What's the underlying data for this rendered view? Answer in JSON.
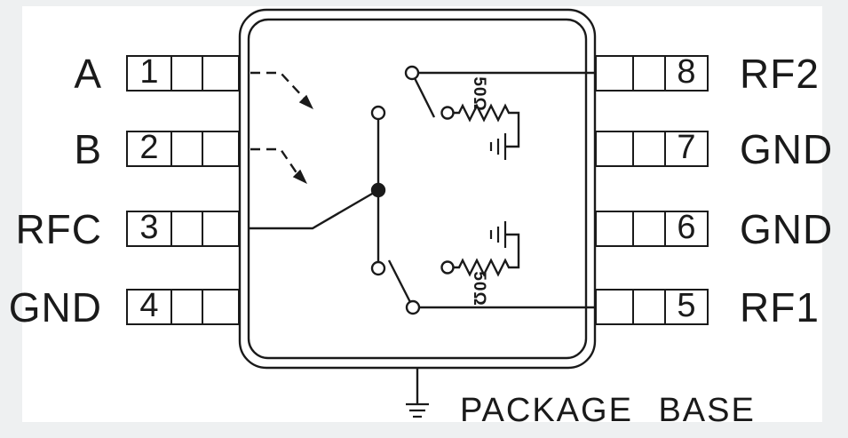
{
  "page": {
    "frame_color": "#eef0f1",
    "canvas_color": "#ffffff",
    "line_color": "#1a1a1a"
  },
  "diagram": {
    "kind": "rf-switch-functional-diagram",
    "pins_left": [
      {
        "number": "1",
        "label": "A"
      },
      {
        "number": "2",
        "label": "B"
      },
      {
        "number": "3",
        "label": "RFC"
      },
      {
        "number": "4",
        "label": "GND"
      }
    ],
    "pins_right": [
      {
        "number": "8",
        "label": "RF2"
      },
      {
        "number": "7",
        "label": "GND"
      },
      {
        "number": "6",
        "label": "GND"
      },
      {
        "number": "5",
        "label": "RF1"
      }
    ],
    "labels": {
      "resistor_top": "50Ω",
      "resistor_bottom": "50Ω",
      "package_base": "PACKAGE BASE"
    },
    "icons": [
      "ground-symbol-top",
      "ground-symbol-bottom",
      "ground-symbol-package-base",
      "control-arrow-a",
      "control-arrow-b",
      "resistor-zigzag-top",
      "resistor-zigzag-bottom",
      "switch-contact-circles"
    ]
  }
}
